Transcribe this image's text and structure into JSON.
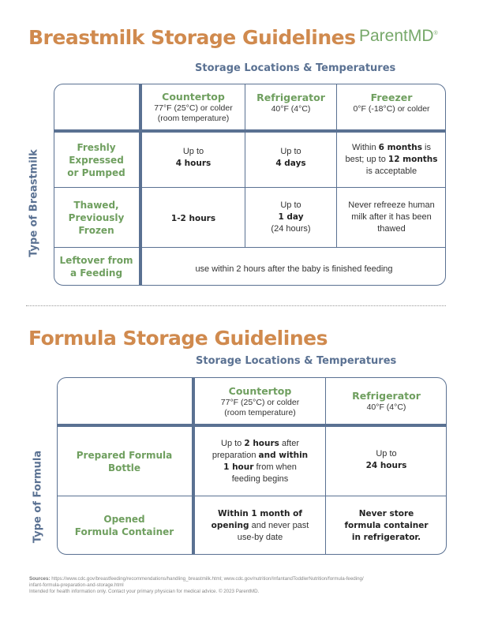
{
  "breastmilk": {
    "title": "Breastmilk Storage Guidelines",
    "subtitle": "Storage Locations & Temperatures",
    "side_label": "Type of Breastmilk",
    "columns": [
      {
        "name": "Countertop",
        "temp_line1": "77°F (25°C) or colder",
        "temp_line2": "(room temperature)"
      },
      {
        "name": "Refrigerator",
        "temp_line1": "40°F (4°C)"
      },
      {
        "name": "Freezer",
        "temp_line1": "0°F (-18°C) or colder"
      }
    ],
    "rows": [
      {
        "label_l1": "Freshly",
        "label_l2": "Expressed",
        "label_l3": "or Pumped",
        "counter_a": "Up to",
        "counter_b": "4 hours",
        "fridge_a": "Up to",
        "fridge_b": "4 days",
        "freezer_a": "Within ",
        "freezer_b": "6 months",
        "freezer_c": " is",
        "freezer_d": "best; up to ",
        "freezer_e": "12 months",
        "freezer_f": "is acceptable"
      },
      {
        "label_l1": "Thawed,",
        "label_l2": "Previously",
        "label_l3": "Frozen",
        "counter_b": "1-2 hours",
        "fridge_a": "Up to",
        "fridge_b": "1 day",
        "fridge_c": "(24 hours)",
        "freezer_a": "Never refreeze human",
        "freezer_b": "milk after it has been",
        "freezer_c": "thawed"
      },
      {
        "label_l1": "Leftover from",
        "label_l2": "a Feeding",
        "span_text": "use within 2 hours after the baby is finished feeding"
      }
    ]
  },
  "formula": {
    "title": "Formula Storage Guidelines",
    "subtitle": "Storage Locations & Temperatures",
    "side_label": "Type of Formula",
    "columns": [
      {
        "name": "Countertop",
        "temp_line1": "77°F (25°C) or colder",
        "temp_line2": "(room temperature)"
      },
      {
        "name": "Refrigerator",
        "temp_line1": "40°F (4°C)"
      }
    ],
    "rows": [
      {
        "label_l1": "Prepared Formula",
        "label_l2": "Bottle",
        "counter_1a": "Up to ",
        "counter_1b": "2 hours",
        "counter_1c": " after",
        "counter_2a": "preparation ",
        "counter_2b": "and within",
        "counter_3a": "1 hour",
        "counter_3b": " from when",
        "counter_4": "feeding begins",
        "fridge_a": "Up to",
        "fridge_b": "24 hours"
      },
      {
        "label_l1": "Opened",
        "label_l2": "Formula Container",
        "counter_1": "Within 1 month of",
        "counter_2a": "opening",
        "counter_2b": " and never past",
        "counter_3": "use-by date",
        "fridge_1": "Never store",
        "fridge_2": "formula container",
        "fridge_3": "in refrigerator."
      }
    ]
  },
  "logo": {
    "text": "ParentMD",
    "mark": "®"
  },
  "footer": {
    "sources_label": "Sources:",
    "sources_line1": " https://www.cdc.gov/breastfeeding/recommendations/handling_breastmilk.html; www.cdc.gov/nutrition/InfantandToddlerNutrition/formula-feeding/",
    "sources_line2": "infant-formula-preparation-and-storage.html",
    "disclaimer": "Intended for health information only. Contact your primary physician for medical advice. © 2023 ParentMD."
  }
}
